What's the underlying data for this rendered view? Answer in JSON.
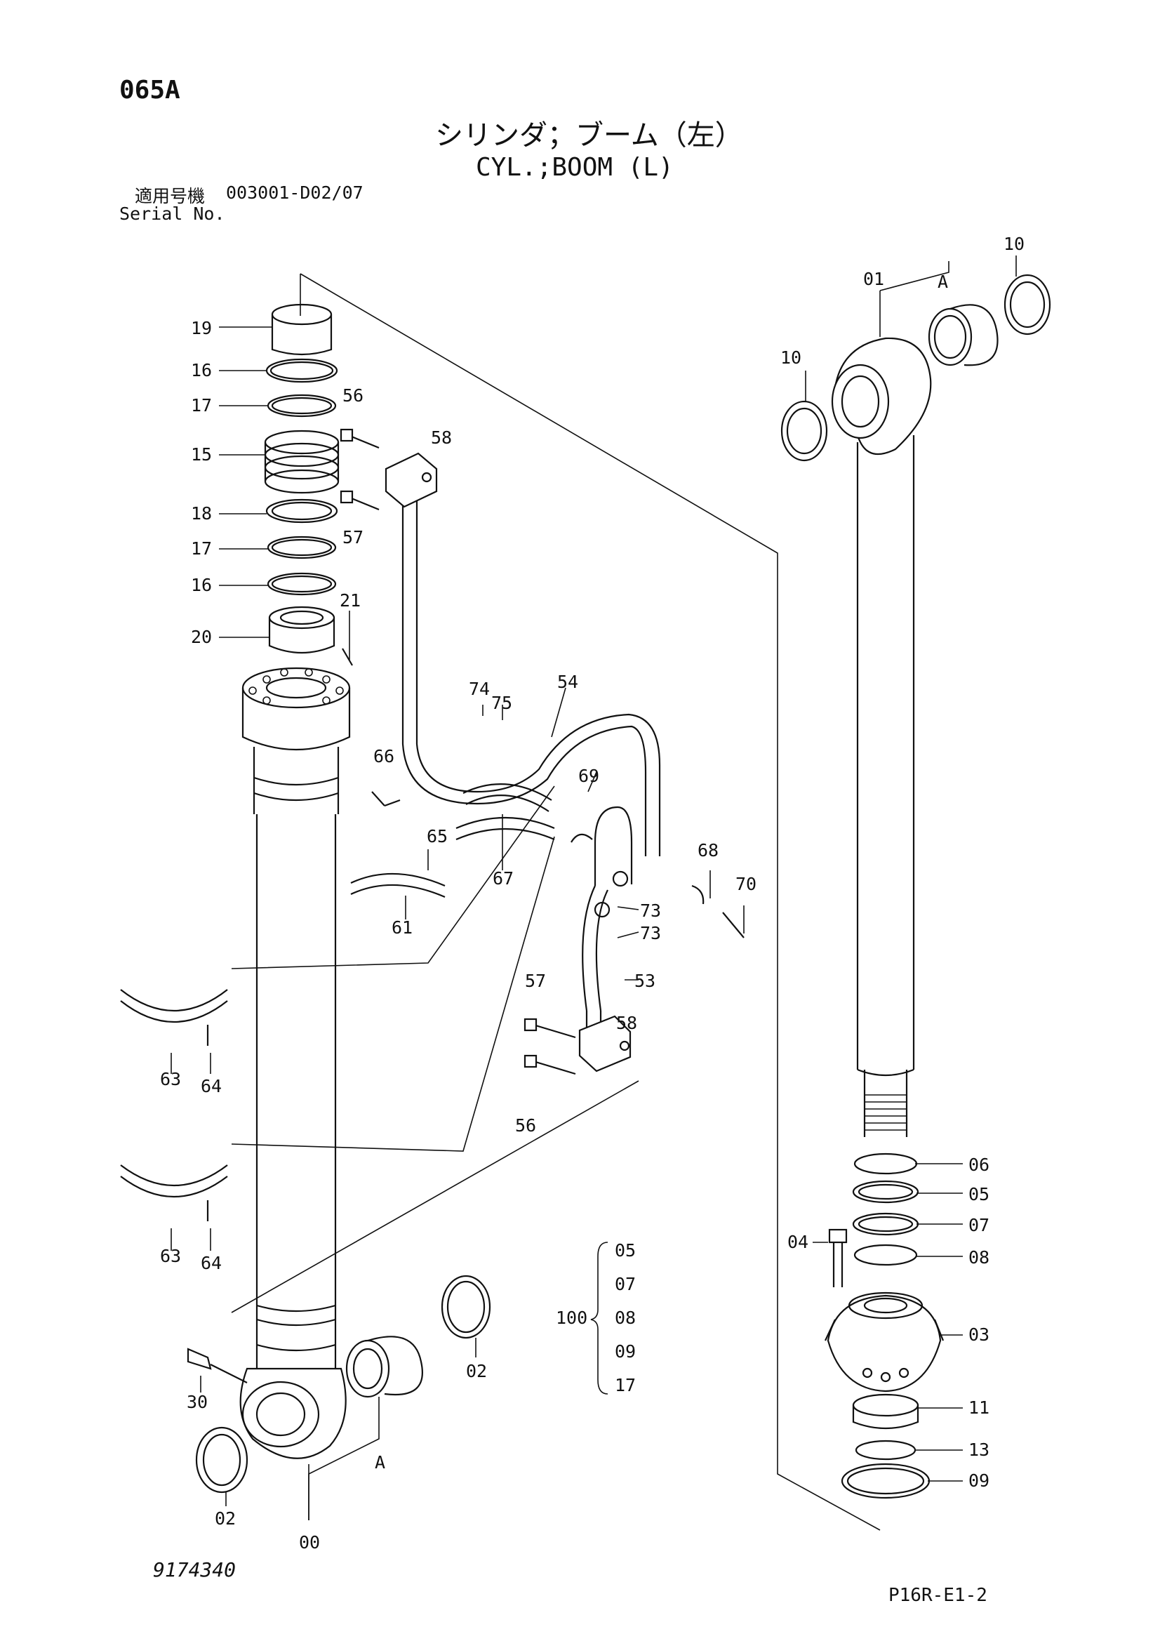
{
  "header": {
    "page_code": "065A",
    "title_jp": "シリンダ；ブーム（左）",
    "title_en": "CYL.;BOOM (L)",
    "serial_label_jp": "適用号機",
    "serial_code": "003001-D02/07",
    "serial_label_en": "Serial No."
  },
  "footer": {
    "drawing_number": "9174340",
    "page_ref": "P16R-E1-2"
  },
  "callouts": {
    "c19": "19",
    "c16a": "16",
    "c17a": "17",
    "c15": "15",
    "c18": "18",
    "c17b": "17",
    "c16b": "16",
    "c20": "20",
    "c21": "21",
    "c56a": "56",
    "c57a": "57",
    "c58a": "58",
    "c74": "74",
    "c75": "75",
    "c54": "54",
    "c66": "66",
    "c65": "65",
    "c69": "69",
    "c67": "67",
    "c61": "61",
    "c68": "68",
    "c70": "70",
    "c73a": "73",
    "c73b": "73",
    "c53": "53",
    "c57b": "57",
    "c58b": "58",
    "c56b": "56",
    "c63a": "63",
    "c64a": "64",
    "c63b": "63",
    "c64b": "64",
    "c30": "30",
    "c02a": "02",
    "c02b": "02",
    "cA1": "A",
    "c00": "00",
    "c01": "01",
    "cA2": "A",
    "c10a": "10",
    "c10b": "10",
    "c06": "06",
    "c05": "05",
    "c07": "07",
    "c04": "04",
    "c08": "08",
    "c03": "03",
    "c11": "11",
    "c13": "13",
    "c09": "09"
  },
  "kit_group": {
    "label": "100",
    "items": [
      "05",
      "07",
      "08",
      "09",
      "17"
    ]
  }
}
